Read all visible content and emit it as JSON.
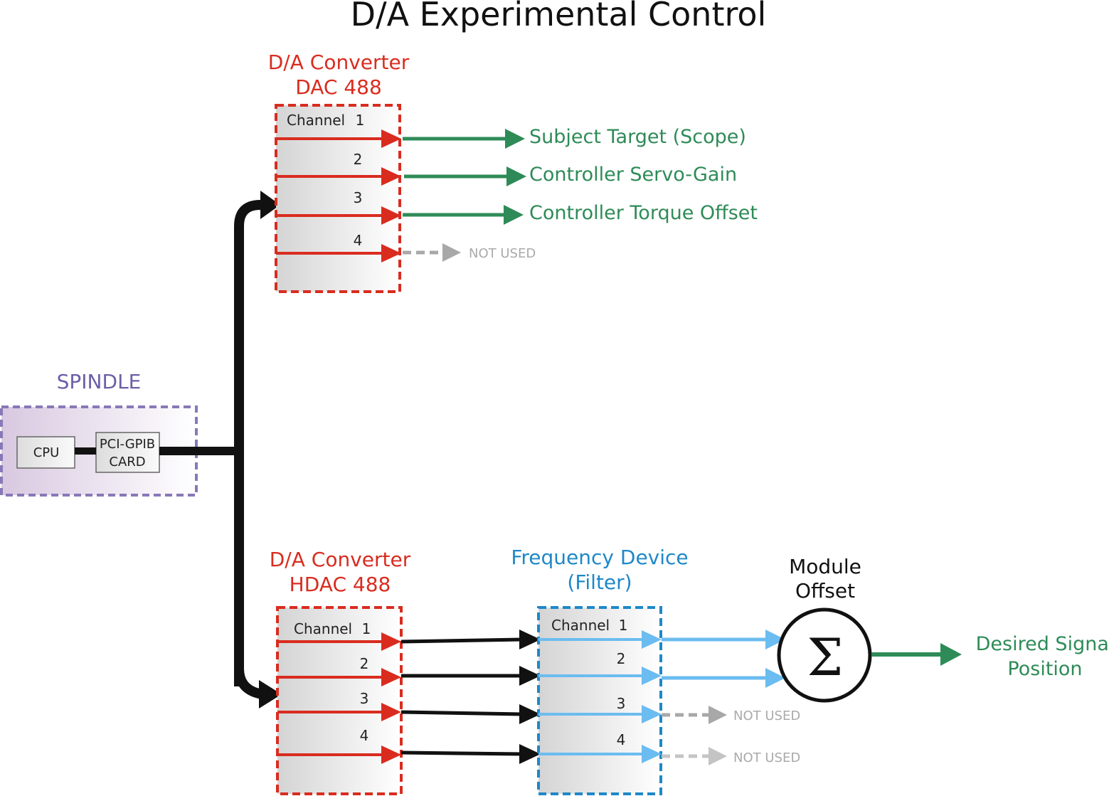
{
  "title": "D/A Experimental Control",
  "spindle": {
    "label": "SPINDLE",
    "cpu": "CPU",
    "card_line1": "PCI-GPIB",
    "card_line2": "CARD"
  },
  "dac_top": {
    "heading_line1": "D/A Converter",
    "heading_line2": "DAC 488",
    "channel_word": "Channel",
    "channels": [
      "1",
      "2",
      "3",
      "4"
    ],
    "outputs": [
      "Subject Target (Scope)",
      "Controller Servo-Gain",
      "Controller Torque Offset",
      "NOT  USED"
    ]
  },
  "dac_bottom": {
    "heading_line1": "D/A Converter",
    "heading_line2": "HDAC 488",
    "channel_word": "Channel",
    "channels": [
      "1",
      "2",
      "3",
      "4"
    ]
  },
  "filter": {
    "heading_line1": "Frequency Device",
    "heading_line2": "(Filter)",
    "channel_word": "Channel",
    "channels": [
      "1",
      "2",
      "3",
      "4"
    ],
    "unused_outputs": [
      "NOT  USED",
      "NOT  USED"
    ]
  },
  "module": {
    "heading_line1": "Module",
    "heading_line2": "Offset",
    "symbol": "Σ"
  },
  "result": {
    "line1": "Desired Signal",
    "line2": "Position"
  },
  "colors": {
    "red": "#d92c1f",
    "green": "#2e8b57",
    "blue": "#6bbcf0",
    "blue_dark": "#1e88c8",
    "purple": "#8878b8",
    "gray": "#a8a8a8",
    "black": "#111111"
  }
}
